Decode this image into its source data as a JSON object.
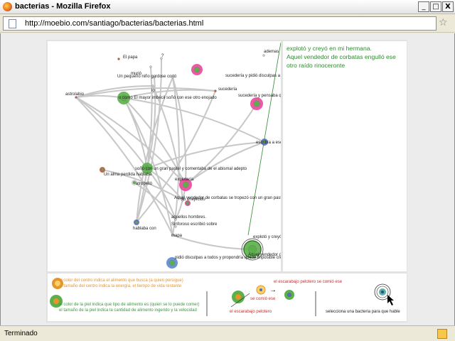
{
  "window": {
    "title": "bacterias - Mozilla Firefox",
    "minimize": "_",
    "maximize": "□",
    "close": "X"
  },
  "addressbar": {
    "url": "http://moebio.com/santiago/bacterias/bacterias.html"
  },
  "story": {
    "lines": [
      "explotó y creyó en mi hermana.",
      "Aquel vendedor de corbatas engulló ese",
      "otro raído rinoceronte"
    ]
  },
  "graph": {
    "nodes": [
      {
        "label": "El papa",
        "color": "#c8553d"
      },
      {
        "label": "?",
        "color": "#cccccc"
      },
      {
        "label": "murió",
        "color": "#cccccc"
      },
      {
        "label": "Un pequeño niño gordo",
        "color": "#cccccc"
      },
      {
        "label": "se cortó",
        "color": "#cccccc"
      },
      {
        "label": "sucedería y pidió disculpas a todos y atropelló ese otro enterrador",
        "color": "#e8479a"
      },
      {
        "label": "ademas",
        "color": "#cccccc"
      },
      {
        "label": "astrolabio",
        "color": "#c0508a"
      },
      {
        "label": "o como El mayor imbécil soñó con ese otro enojado",
        "color": "#5bb04a"
      },
      {
        "label": "lo",
        "color": "#cccccc"
      },
      {
        "label": "sucedería",
        "color": "#c8553d"
      },
      {
        "label": "sucedería y pensaba que lo imposible escribía acerca de ese otro frágil",
        "color": "#e8479a"
      },
      {
        "label": "escribía a ese",
        "color": "#5a6ab8"
      },
      {
        "label": "soñó con un gran pastel y comentaba de el abismal adepto",
        "color": "#5bb04a"
      },
      {
        "label": "atropelló",
        "color": "#cccccc"
      },
      {
        "label": "Un alma perdida hablaba",
        "color": "#c8553d"
      },
      {
        "label": "explotaría",
        "color": "#e8479a"
      },
      {
        "label": "Aquel vendedor de corbatas se tropezó con un gran pastel. Un tomate esparramado pinto",
        "color": "#cccccc"
      },
      {
        "label": "su enejecido",
        "color": "#c0508a"
      },
      {
        "label": "aquellos hombres.",
        "color": "#cccccc"
      },
      {
        "label": "Sinforoso escribió sobre",
        "color": "#cccccc"
      },
      {
        "label": "hablaba con",
        "color": "#5a6ab8"
      },
      {
        "label": "mapa",
        "color": "#cccccc"
      },
      {
        "label": "explotó y creyó en mi hermana.",
        "color": "#5bb04a"
      },
      {
        "label": "Aquel vendedor de corbatas engulló ese otro raído rinoceronte",
        "color": "#cccccc"
      },
      {
        "label": "pidió disculpas a todos y propondría que lo imposible creyó en varios horrores además",
        "color": "#5a8ad0"
      }
    ]
  },
  "legend": {
    "orange_lines": [
      "el color del centro indica el alimento que busca (a quien persigue)",
      "el tamaño del centro indica la energía, el tiempo de vida restante"
    ],
    "green_lines": [
      "el color de la piel indica que tipo de alimento es (quien se lo puede comer)",
      "el tamaño de la piel indica la cantidad de alimento ingerido y la velocidad"
    ],
    "pelotero_top": "el escarabajo pelotero se comió ese",
    "se_comio": "se comió ese",
    "pelotero_bottom": "el escarabajo pelotero",
    "select_hint": "selecciona una bacteria para que hable",
    "colors": {
      "orange": "#e8942a",
      "green": "#3a9a3a",
      "red": "#d02a2a"
    }
  },
  "status": {
    "text": "Terminado"
  }
}
